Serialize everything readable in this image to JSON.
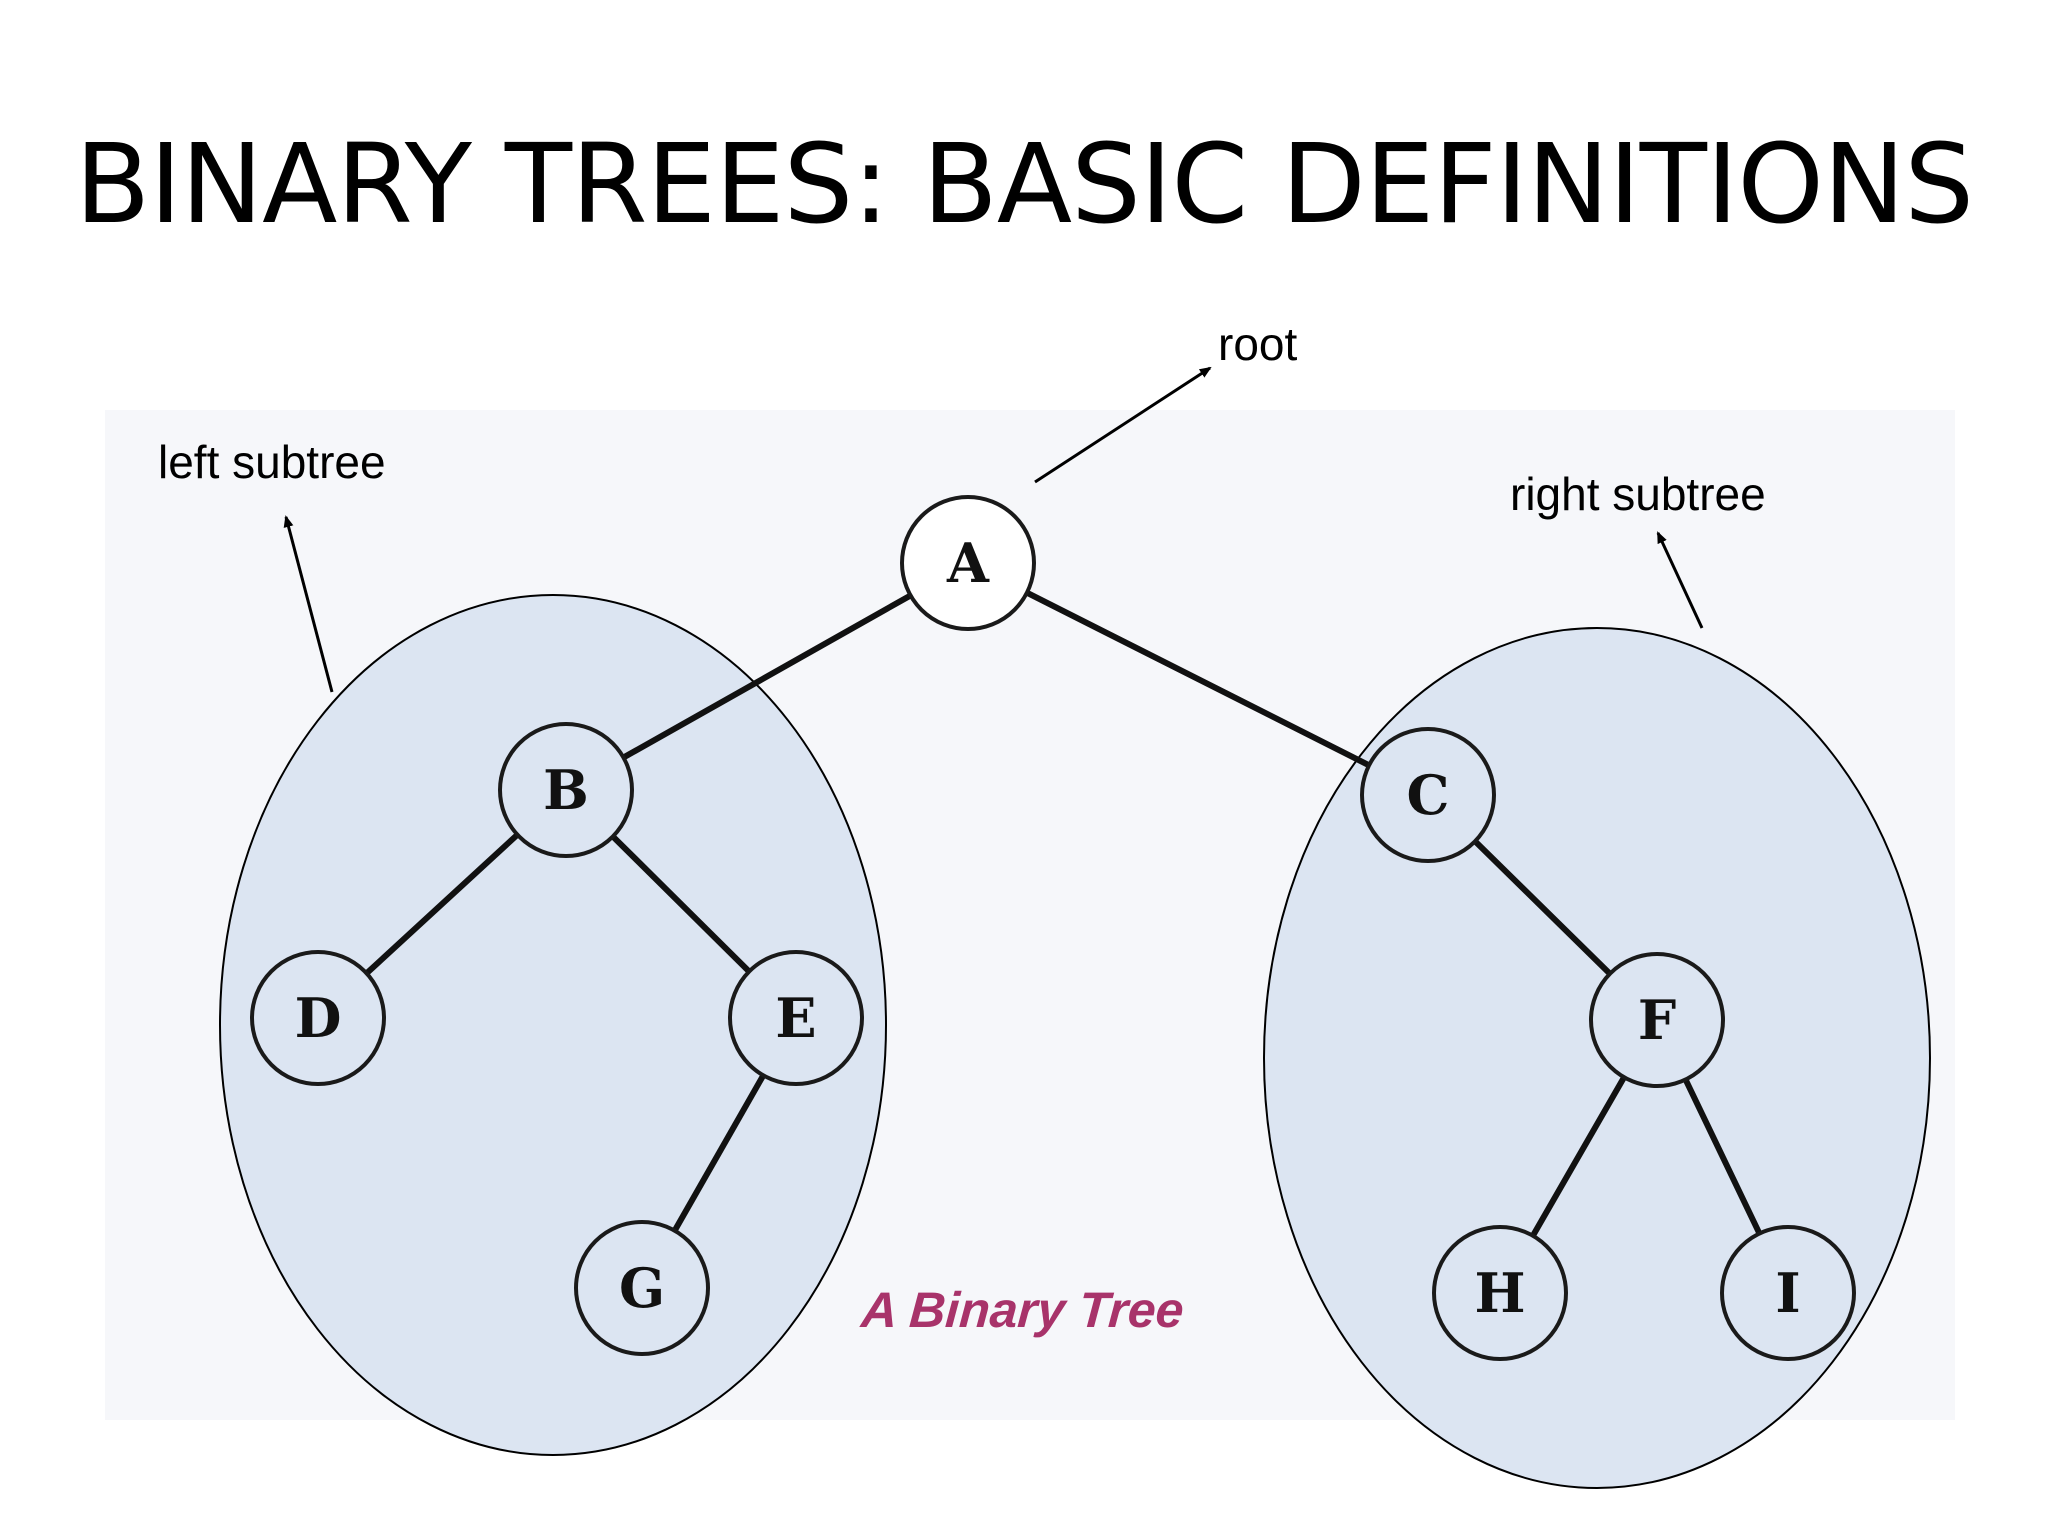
{
  "title": "BINARY TREES: BASIC DEFINITIONS",
  "labels": {
    "root": "root",
    "left_subtree": "left subtree",
    "right_subtree": "right subtree"
  },
  "caption": "A Binary Tree",
  "tree": {
    "nodes": [
      "A",
      "B",
      "C",
      "D",
      "E",
      "F",
      "G",
      "H",
      "I"
    ],
    "edges": [
      [
        "A",
        "B"
      ],
      [
        "A",
        "C"
      ],
      [
        "B",
        "D"
      ],
      [
        "B",
        "E"
      ],
      [
        "E",
        "G"
      ],
      [
        "C",
        "F"
      ],
      [
        "F",
        "H"
      ],
      [
        "F",
        "I"
      ]
    ]
  },
  "colors": {
    "subtree_fill": "#dce5f2",
    "caption": "#a8336a",
    "edge": "#111111"
  }
}
